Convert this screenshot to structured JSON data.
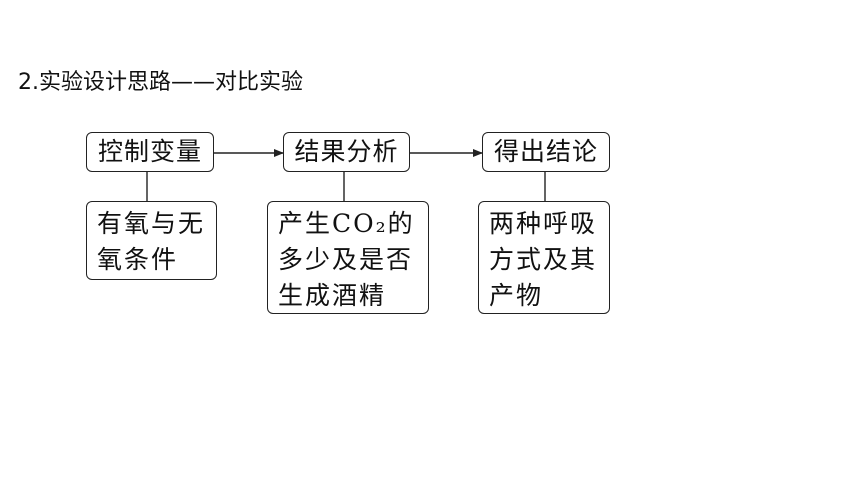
{
  "title": "2.实验设计思路——对比实验",
  "steps": [
    {
      "label": "控制变量",
      "detail_lines": [
        "有氧与无",
        "氧条件"
      ]
    },
    {
      "label": "结果分析",
      "detail_lines": [
        "产生CO₂的",
        "多少及是否",
        "生成酒精"
      ]
    },
    {
      "label": "得出结论",
      "detail_lines": [
        "两种呼吸",
        "方式及其",
        "产物"
      ]
    }
  ]
}
